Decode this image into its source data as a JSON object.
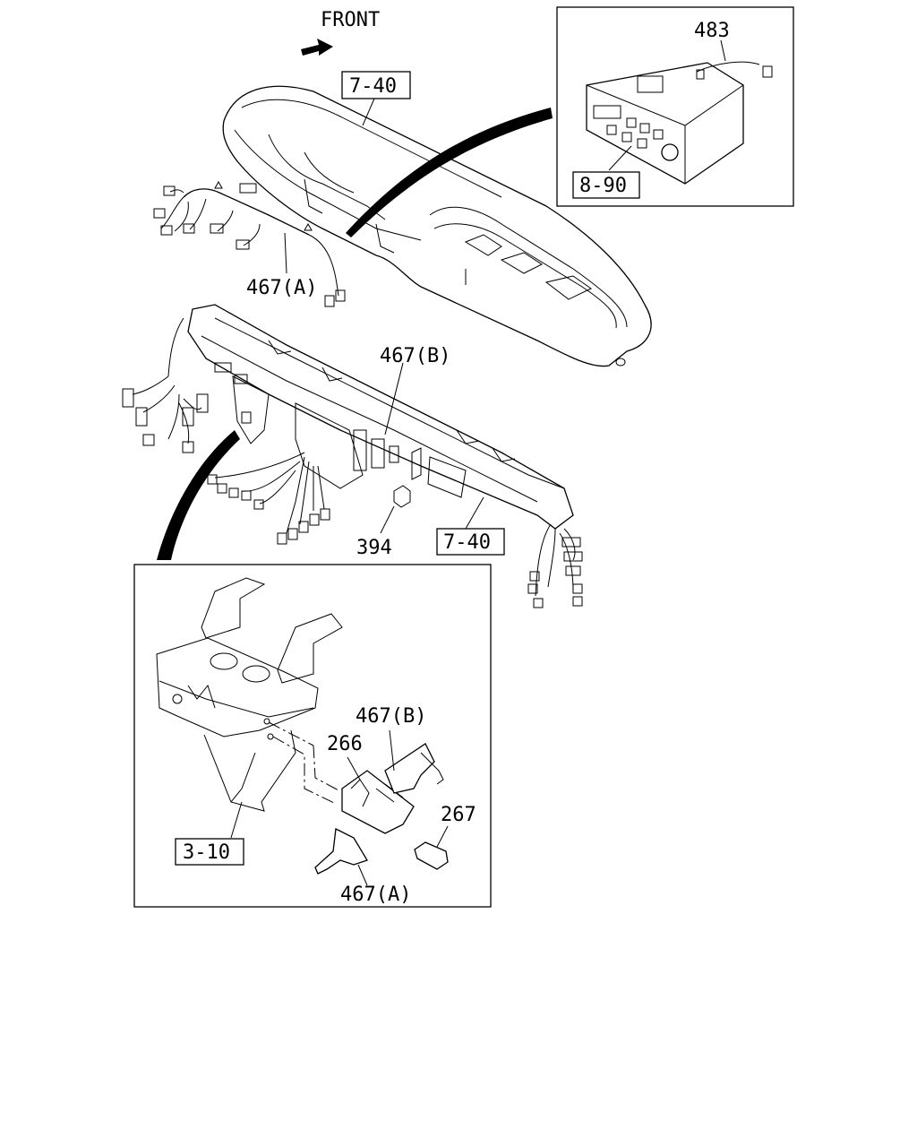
{
  "front_label": "FRONT",
  "callouts": {
    "ref_7_40_top": "7-40",
    "part_483": "483",
    "ref_8_90": "8-90",
    "part_467a_top": "467(A)",
    "part_467b_mid": "467(B)",
    "part_394": "394",
    "ref_7_40_mid": "7-40",
    "part_467b_inset": "467(B)",
    "part_266": "266",
    "part_267": "267",
    "ref_3_10": "3-10",
    "part_467a_inset": "467(A)"
  }
}
